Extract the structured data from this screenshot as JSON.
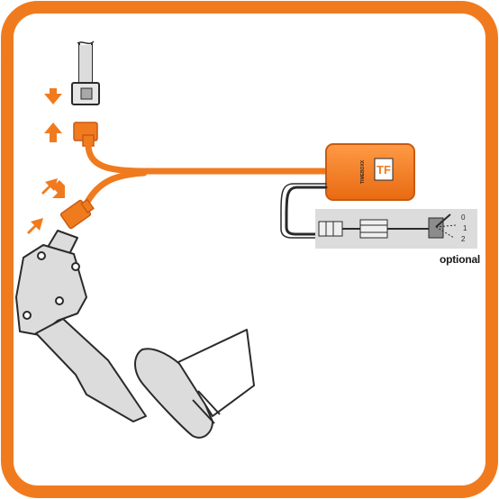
{
  "labels": {
    "optional": "optional"
  },
  "box_logo": {
    "monogram": "TF",
    "brand": "TIMEBOXX"
  },
  "switch_positions": [
    "0",
    "1",
    "2"
  ],
  "colors": {
    "frame": "#f07b1f",
    "accent": "#f07b1f",
    "accent_dark": "#c95a10",
    "gray_fill": "#dcdcdc",
    "outline": "#2a2a2a"
  }
}
